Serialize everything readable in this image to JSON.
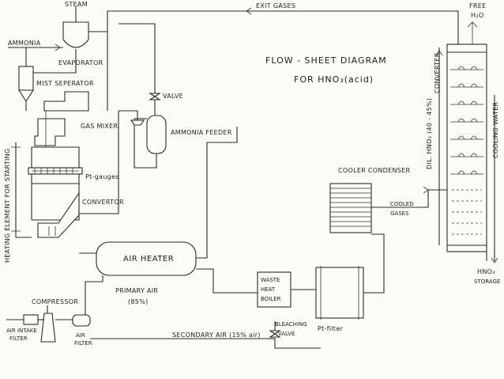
{
  "title": [
    "FLOW - SHEET  DIAGRAM",
    "FOR  HNO₃(acid)"
  ],
  "labels": {
    "steam": "STEAM",
    "exit_gases": "EXIT GASES",
    "free_h2o": "FREE",
    "free_h2o_formula": "H₂O",
    "ammonia": "AMMONIA",
    "evaporator": "EVAPORATOR",
    "mist_separator": "MIST SEPERATOR",
    "valve": "VALVE",
    "gas_mixer": "GAS MIXER",
    "ammonia_feeder": "AMMONIA FEEDER",
    "pt_gauges": "Pt-gauges",
    "convertor": "CONVERTOR",
    "heating_element": "HEATING ELEMENT FOR STARTING",
    "air_heater": "AIR  HEATER",
    "primary_air": "PRIMARY AIR",
    "primary_air_pct": "(85%)",
    "compressor": "COMPRESSOR",
    "air_intake": "AIR INTAKE",
    "air_intake_2": "FILTER",
    "air_filter": "AIR",
    "air_filter_2": "FILTER",
    "secondary_air": "SECONDARY AIR (15% air)",
    "bleaching_valve": "BLEACHING",
    "bleaching_valve_2": "VALVE",
    "waste_heat_boiler": [
      "WASTE",
      "HEAT",
      "BOILER"
    ],
    "pt_filter": "Pt-filter",
    "cooler_condenser": "COOLER CONDENSER",
    "cooled_gases": [
      "COOLED",
      "GASES"
    ],
    "converter_col": "CONVERTER",
    "dil_hno3": "DIL. HNO₃ (40 - 45%)",
    "cooling_water": "COOLING WATER",
    "hno3_storage": [
      "HNO₃",
      "STORAGE"
    ]
  },
  "colors": {
    "ink": "#2a2a2a",
    "paper": "#fbfbf8"
  }
}
